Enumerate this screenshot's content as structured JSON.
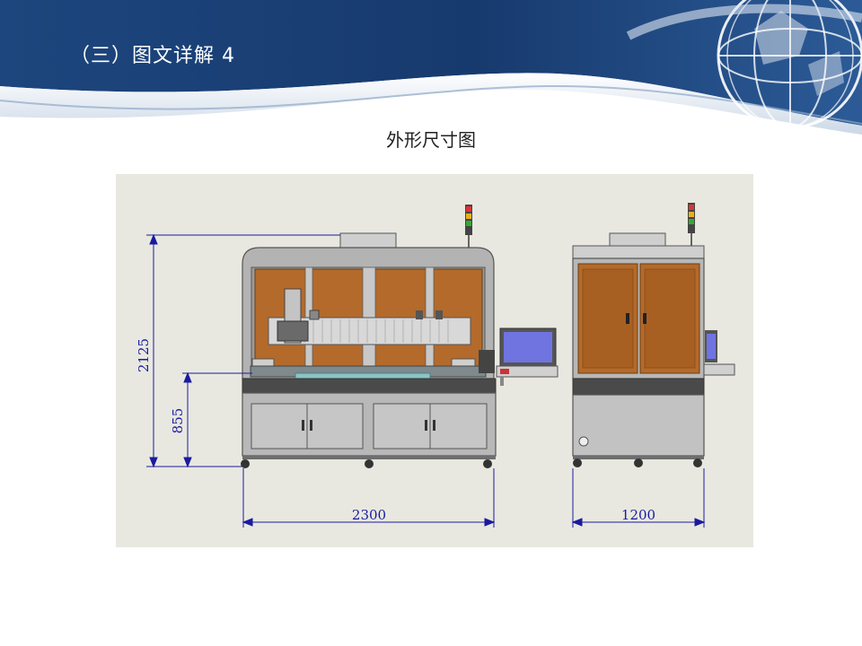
{
  "slide": {
    "title": "（三）图文详解 4",
    "caption": "外形尺寸图"
  },
  "drawing": {
    "dimensions": {
      "total_height": "2125",
      "table_height": "855",
      "front_width": "2300",
      "side_width": "1200"
    }
  },
  "colors": {
    "banner_dark": "#173a6e",
    "banner_light": "#2f5e9a",
    "drawing_bg": "#e8e8e0",
    "frame_gray": "#a9a9a9",
    "panel_brown": "#b46a2a",
    "dimension_blue": "#1a1aa0"
  }
}
